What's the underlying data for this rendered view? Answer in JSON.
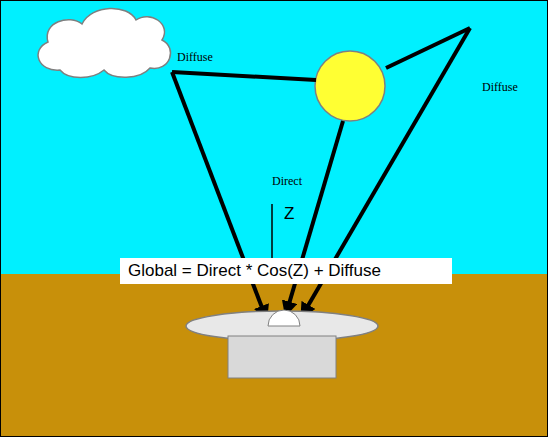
{
  "diagram": {
    "nodes": [
      {
        "text": [
          "Global = Direct * Cos(Z) + Diffuse"
        ]
      }
    ],
    "labels": [
      "Diffuse",
      "Diffuse",
      "Direct",
      "Z"
    ]
  }
}
